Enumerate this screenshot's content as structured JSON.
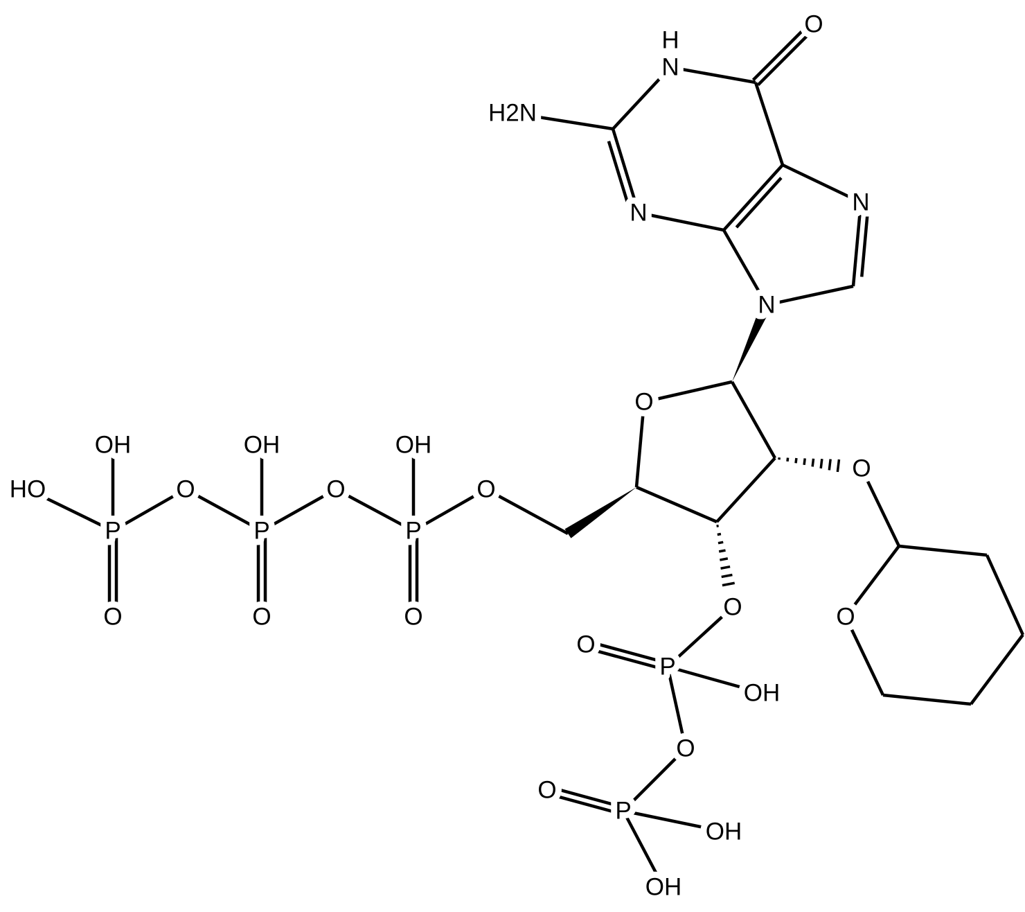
{
  "molecule": {
    "atoms": [
      {
        "id": "O6",
        "label": "O"
      },
      {
        "id": "N1",
        "label": "N"
      },
      {
        "id": "H1",
        "label": "H"
      },
      {
        "id": "N2",
        "label": "H2N"
      },
      {
        "id": "N3",
        "label": "N"
      },
      {
        "id": "N7",
        "label": "N"
      },
      {
        "id": "N9",
        "label": "N"
      },
      {
        "id": "O4p",
        "label": "O"
      },
      {
        "id": "O2p",
        "label": "O"
      },
      {
        "id": "Othp",
        "label": "O"
      },
      {
        "id": "O3p",
        "label": "O"
      },
      {
        "id": "Pa",
        "label": "P"
      },
      {
        "id": "PaO",
        "label": "O"
      },
      {
        "id": "PaOH",
        "label": "OH"
      },
      {
        "id": "Ob",
        "label": "O"
      },
      {
        "id": "Pb",
        "label": "P"
      },
      {
        "id": "PbO",
        "label": "O"
      },
      {
        "id": "PbOH",
        "label": "OH"
      },
      {
        "id": "PbOH2",
        "label": "OH"
      },
      {
        "id": "O5p",
        "label": "O"
      },
      {
        "id": "P3",
        "label": "P"
      },
      {
        "id": "P3OH",
        "label": "OH"
      },
      {
        "id": "P3O",
        "label": "O"
      },
      {
        "id": "O23",
        "label": "O"
      },
      {
        "id": "P2",
        "label": "P"
      },
      {
        "id": "P2OH",
        "label": "OH"
      },
      {
        "id": "P2O",
        "label": "O"
      },
      {
        "id": "O12",
        "label": "O"
      },
      {
        "id": "P1",
        "label": "P"
      },
      {
        "id": "P1OH",
        "label": "OH"
      },
      {
        "id": "P1O",
        "label": "O"
      },
      {
        "id": "HO1",
        "label": "HO"
      }
    ]
  }
}
